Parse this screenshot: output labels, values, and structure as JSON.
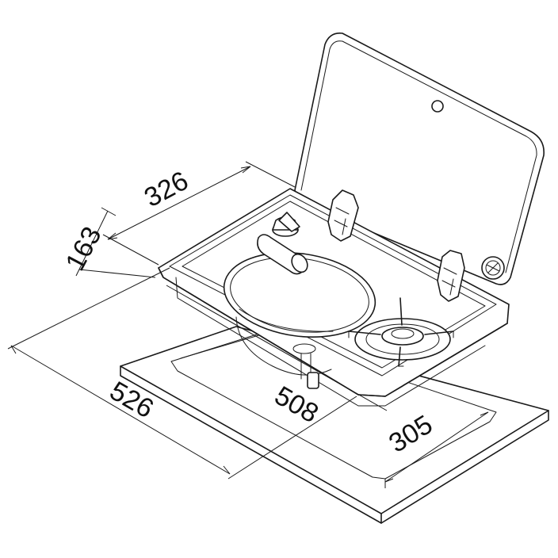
{
  "dimensions": {
    "depth_top": "326",
    "height": "163",
    "outer_length": "526",
    "cutout_length": "508",
    "cutout_depth": "305"
  },
  "colors": {
    "line": "#1a1a1a",
    "background": "#ffffff"
  }
}
